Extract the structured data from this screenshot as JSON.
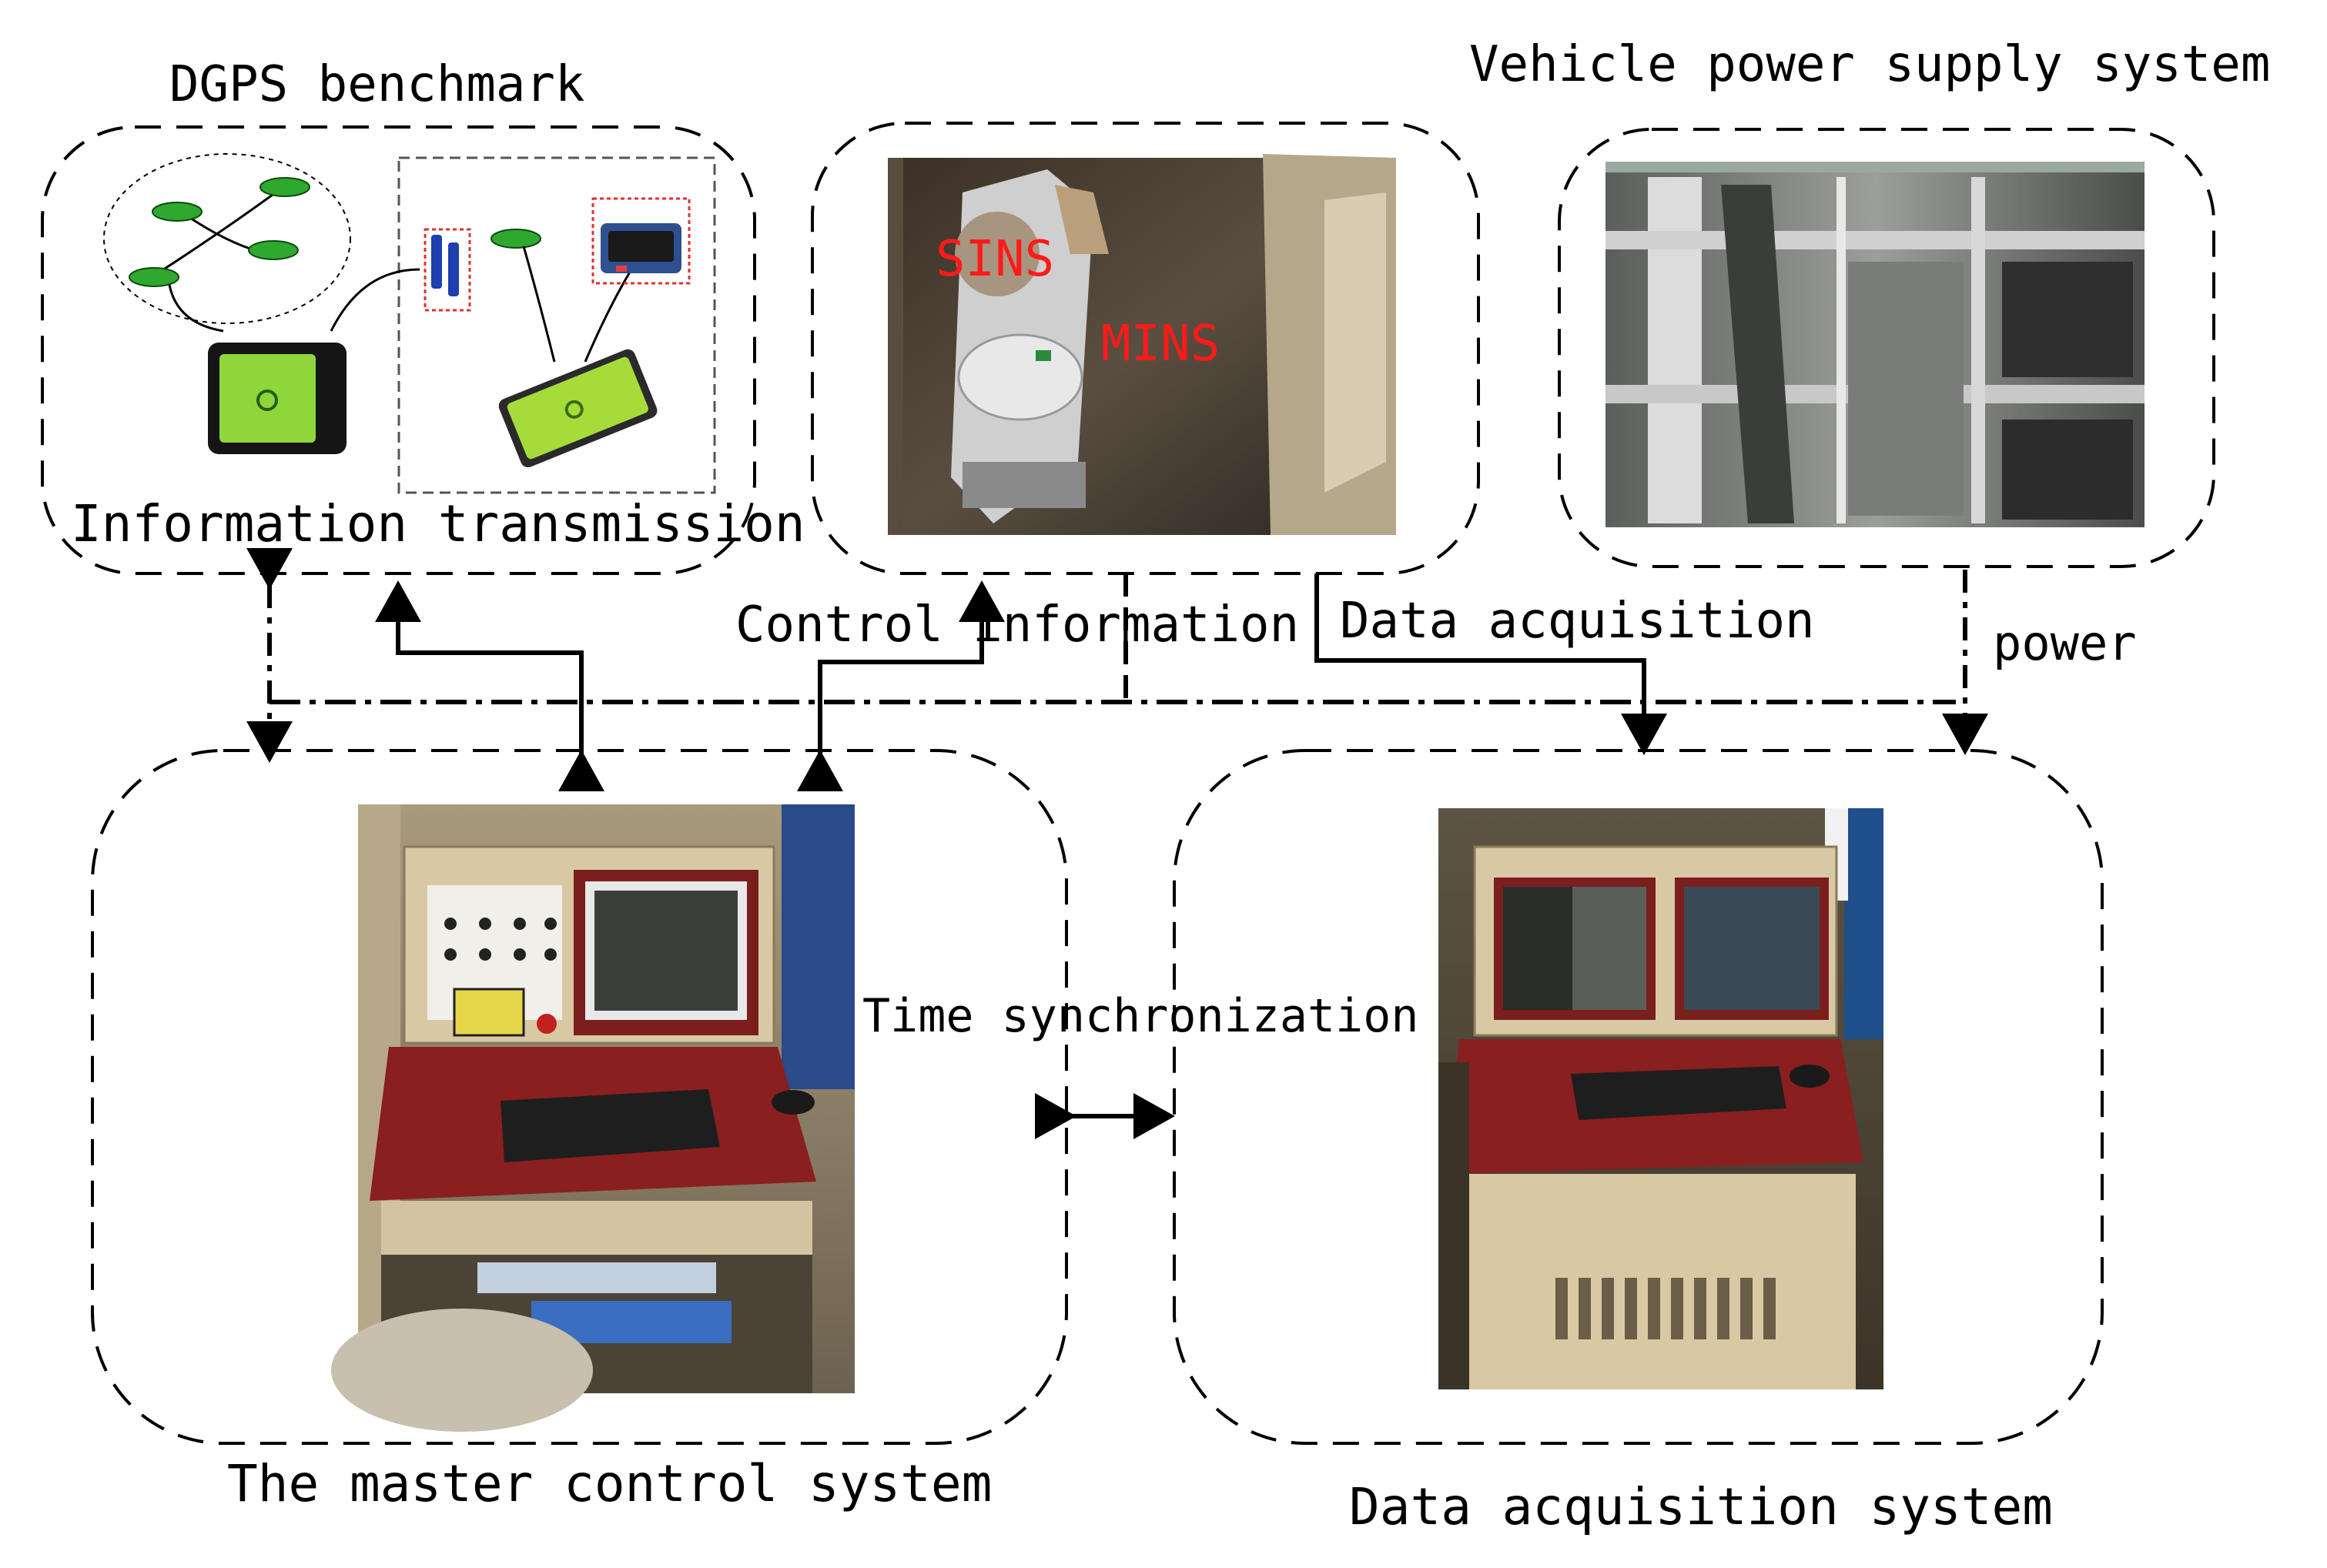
{
  "labels": {
    "dgps_benchmark": "DGPS benchmark",
    "vehicle_power_supply": "Vehicle power supply system",
    "information_transmission": "Information transmission",
    "control_information": "Control information",
    "data_acquisition": "Data acquisition",
    "power": "power",
    "time_synchronization": "Time synchronization",
    "master_control_system": "The master control system",
    "data_acquisition_system": "Data acquisition system"
  },
  "photo_labels": {
    "sins": "SINS",
    "mins": "MINS"
  },
  "colors": {
    "gps_green": "#2fa82f",
    "inset_red": "#e23030",
    "console_beige": "#d9c8a4",
    "desk_red": "#8a1f1f"
  }
}
